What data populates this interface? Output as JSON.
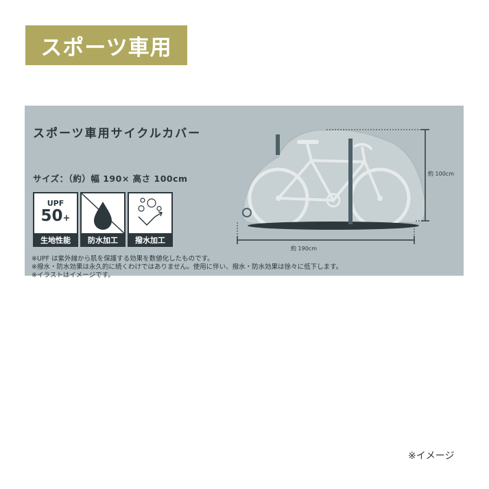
{
  "badge": {
    "title": "スポーツ車用"
  },
  "panel": {
    "product_name": "スポーツ車用サイクルカバー",
    "size_text": "サイズ：（約）幅 190× 高さ 100cm",
    "features": [
      {
        "label": "生地性能",
        "upf_small": "UPF",
        "upf_big": "50",
        "upf_plus": "+"
      },
      {
        "label": "防水加工",
        "icon": "water-drop-icon"
      },
      {
        "label": "撥水加工",
        "icon": "water-repellent-icon"
      }
    ],
    "notes": [
      "※UPF は紫外線から肌を保護する効果を数値化したものです。",
      "※撥水・防水効果は永久的に続くわけではありません。使用に伴い、撥水・防水効果は徐々に低下します。",
      "※イラストはイメージです。"
    ],
    "dim_width": "約 190cm",
    "dim_height": "約 100cm"
  },
  "footnote": "※イメージ",
  "colors": {
    "badge": "#b0a85e",
    "panel": "#b4bfc3",
    "dark": "#2d383d"
  }
}
